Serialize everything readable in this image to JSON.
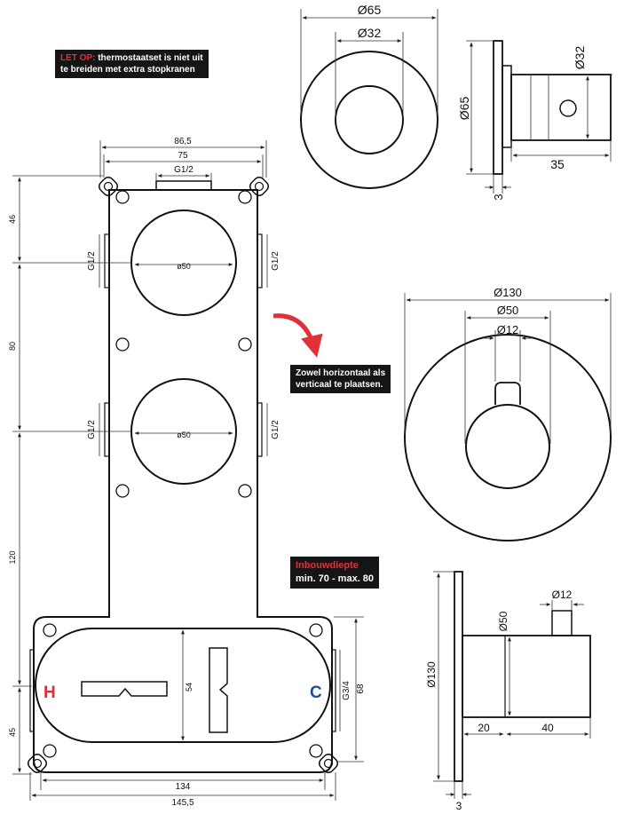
{
  "notes": {
    "letop_label": "LET OP:",
    "letop_text1": " thermostaatset is niet uit",
    "letop_text2": "te breiden met extra stopkranen",
    "orientation_line1": "Zowel horizontaal als",
    "orientation_line2": "verticaal te plaatsen.",
    "depth_title": "Inbouwdiepte",
    "depth_value": "min. 70 - max. 80"
  },
  "dimensions": {
    "front_outer": "Ø65",
    "front_inner": "Ø32",
    "side_height": "Ø65",
    "side_knob": "Ø32",
    "side_length": "35",
    "side_plate": "3",
    "body_width_outer": "86,5",
    "body_width_inner": "75",
    "top_thread": "G1/2",
    "left_thread_1": "G1/2",
    "right_thread_1": "G1/2",
    "left_thread_2": "G1/2",
    "right_thread_2": "G1/2",
    "circle_1": "ø50",
    "circle_2": "ø50",
    "v_46": "46",
    "v_80": "80",
    "v_120": "120",
    "v_45": "45",
    "base_inner_height": "54",
    "base_thread": "G3/4",
    "base_height": "68",
    "base_width_inner": "134",
    "base_width_outer": "145,5",
    "hot_label": "H",
    "cold_label": "C",
    "rosette_outer": "Ø130",
    "rosette_mid": "Ø50",
    "rosette_pin": "Ø12",
    "side2_pin": "Ø12",
    "side2_body": "Ø50",
    "side2_height": "Ø130",
    "side2_len_1": "20",
    "side2_len_2": "40",
    "side2_plate": "3"
  },
  "colors": {
    "hot": "#d8323c",
    "cold": "#1f4f9a",
    "arrow": "#e0303a",
    "note_bg": "#151515"
  }
}
